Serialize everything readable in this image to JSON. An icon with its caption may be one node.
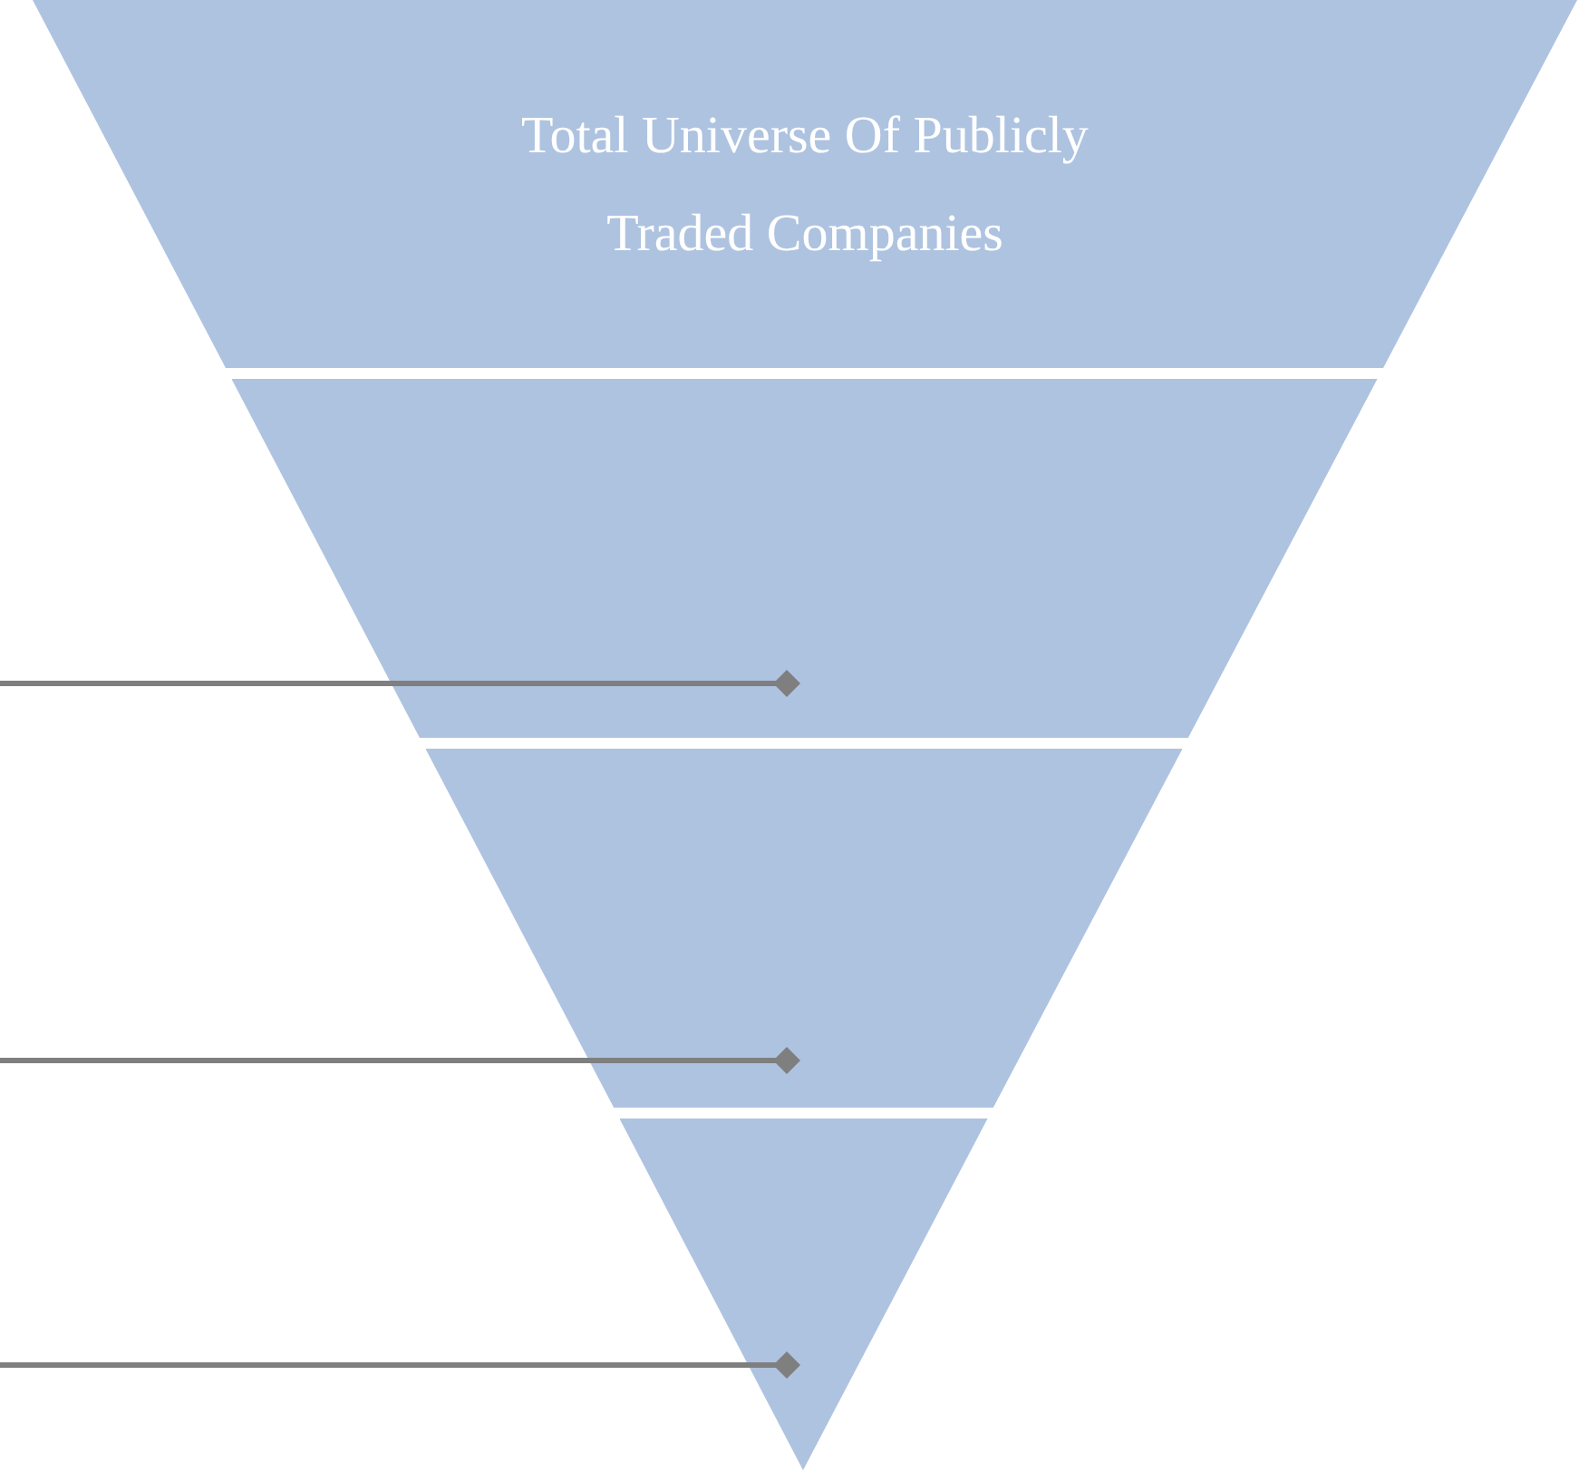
{
  "diagram": {
    "nodes": [
      {
        "text": [
          "Total Universe Of Publicly Traded Companies"
        ]
      },
      {
        "text": [],
        "shape": "trapezoid"
      },
      {
        "text": [],
        "shape": "trapezoid"
      },
      {
        "text": [],
        "shape": "triangle"
      }
    ],
    "edges": [
      {
        "from": null,
        "to": 1,
        "arrow": "other"
      },
      {
        "from": null,
        "to": 2,
        "arrow": "other"
      },
      {
        "from": null,
        "to": 3,
        "arrow": "other"
      }
    ]
  }
}
